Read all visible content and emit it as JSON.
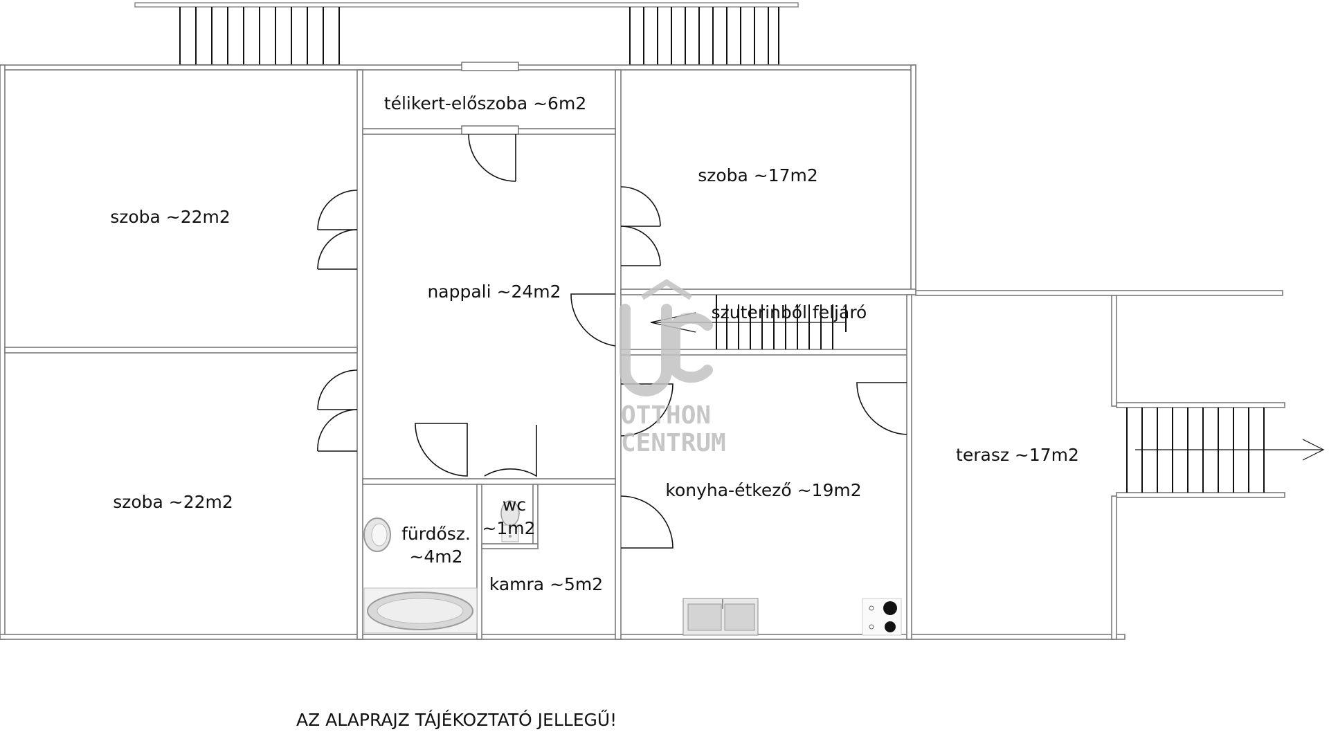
{
  "rooms": {
    "szoba_top_left": "szoba ~22m2",
    "szoba_bottom_left": "szoba ~22m2",
    "telikert": "télikert-előszoba ~6m2",
    "nappali": "nappali ~24m2",
    "szoba_top_right": "szoba ~17m2",
    "stairs": "szuterinből feljáró",
    "konyha": "konyha-étkező ~19m2",
    "terasz": "terasz ~17m2",
    "furdo_line1": "fürdősz.",
    "furdo_line2": "~4m2",
    "wc_line1": "wc",
    "wc_line2": "~1m2",
    "kamra": "kamra ~5m2"
  },
  "watermark": {
    "line1": "OTTHON",
    "line2": "CENTRUM"
  },
  "note": "AZ ALAPRAJZ TÁJÉKOZTATÓ JELLEGŰ!"
}
